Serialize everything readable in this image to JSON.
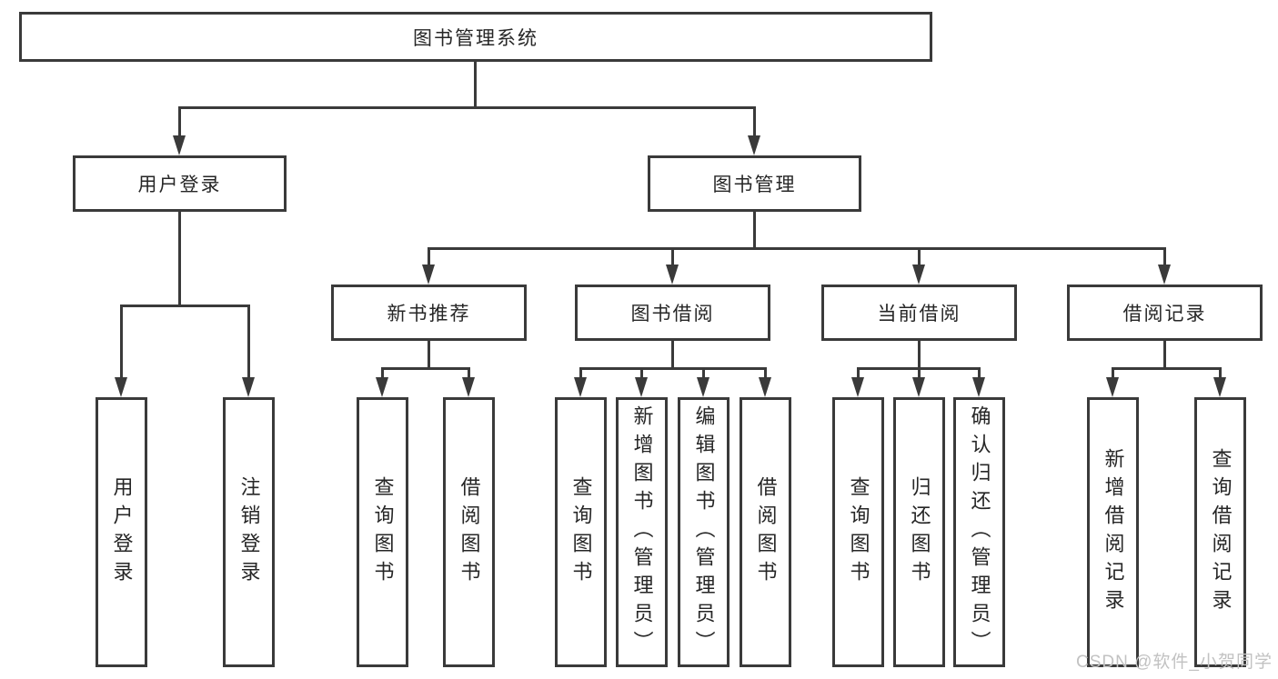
{
  "colors": {
    "line": "#3a3a3a",
    "text": "#262626",
    "background": "#ffffff",
    "watermark": "#c2c2c2"
  },
  "tree": {
    "root": {
      "label": "图书管理系统"
    },
    "level2": [
      {
        "label": "用户登录",
        "children": [
          "用户登录",
          "注销登录"
        ]
      },
      {
        "label": "图书管理"
      }
    ],
    "level3": [
      {
        "label": "新书推荐",
        "children": [
          "查询图书",
          "借阅图书"
        ]
      },
      {
        "label": "图书借阅",
        "children": [
          "查询图书",
          "新增图书（管理员）",
          "编辑图书（管理员）",
          "借阅图书"
        ]
      },
      {
        "label": "当前借阅",
        "children": [
          "查询图书",
          "归还图书",
          "确认归还（管理员）"
        ]
      },
      {
        "label": "借阅记录",
        "children": [
          "新增借阅记录",
          "查询借阅记录"
        ]
      }
    ]
  },
  "watermark": {
    "text": "CSDN @软件_小贺同学"
  }
}
